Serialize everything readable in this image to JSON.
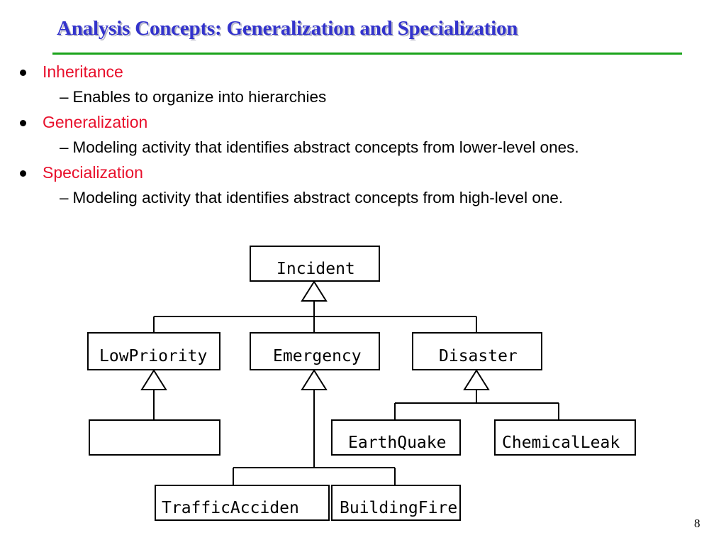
{
  "slide": {
    "title": "Analysis Concepts: Generalization and Specialization",
    "page_number": "8"
  },
  "bullets": [
    {
      "term": "Inheritance",
      "detail": "Enables to organize into hierarchies"
    },
    {
      "term": "Generalization",
      "detail": "Modeling activity that identifies abstract concepts from lower-level ones."
    },
    {
      "term": "Specialization",
      "detail": "Modeling activity that identifies abstract concepts from high-level one."
    }
  ],
  "diagram": {
    "classes": {
      "incident": "Incident",
      "low_priority": "LowPriority",
      "emergency": "Emergency",
      "disaster": "Disaster",
      "low_priority_child": "",
      "earthquake": "EarthQuake",
      "chemical_leak": "ChemicalLeak",
      "traffic_accident": "TrafficAcciden",
      "building_fire": "BuildingFire"
    }
  },
  "colors": {
    "title": "#3333cc",
    "rule": "#1aa31a",
    "bullet_term": "#e8102c"
  }
}
